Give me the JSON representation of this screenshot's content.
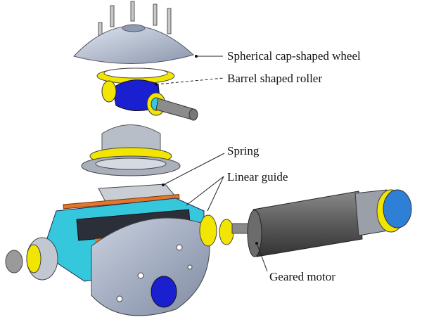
{
  "labels": {
    "wheel": "Spherical cap-shaped wheel",
    "roller": "Barrel shaped roller",
    "spring": "Spring",
    "guide": "Linear guide",
    "motor": "Geared motor"
  },
  "colors": {
    "steel": "#b9c3d6",
    "yellow": "#f2e600",
    "blue": "#1a1fd0",
    "cyan": "#35c8dc",
    "motor": "#5d5d5d",
    "spring": "#e0772a"
  }
}
